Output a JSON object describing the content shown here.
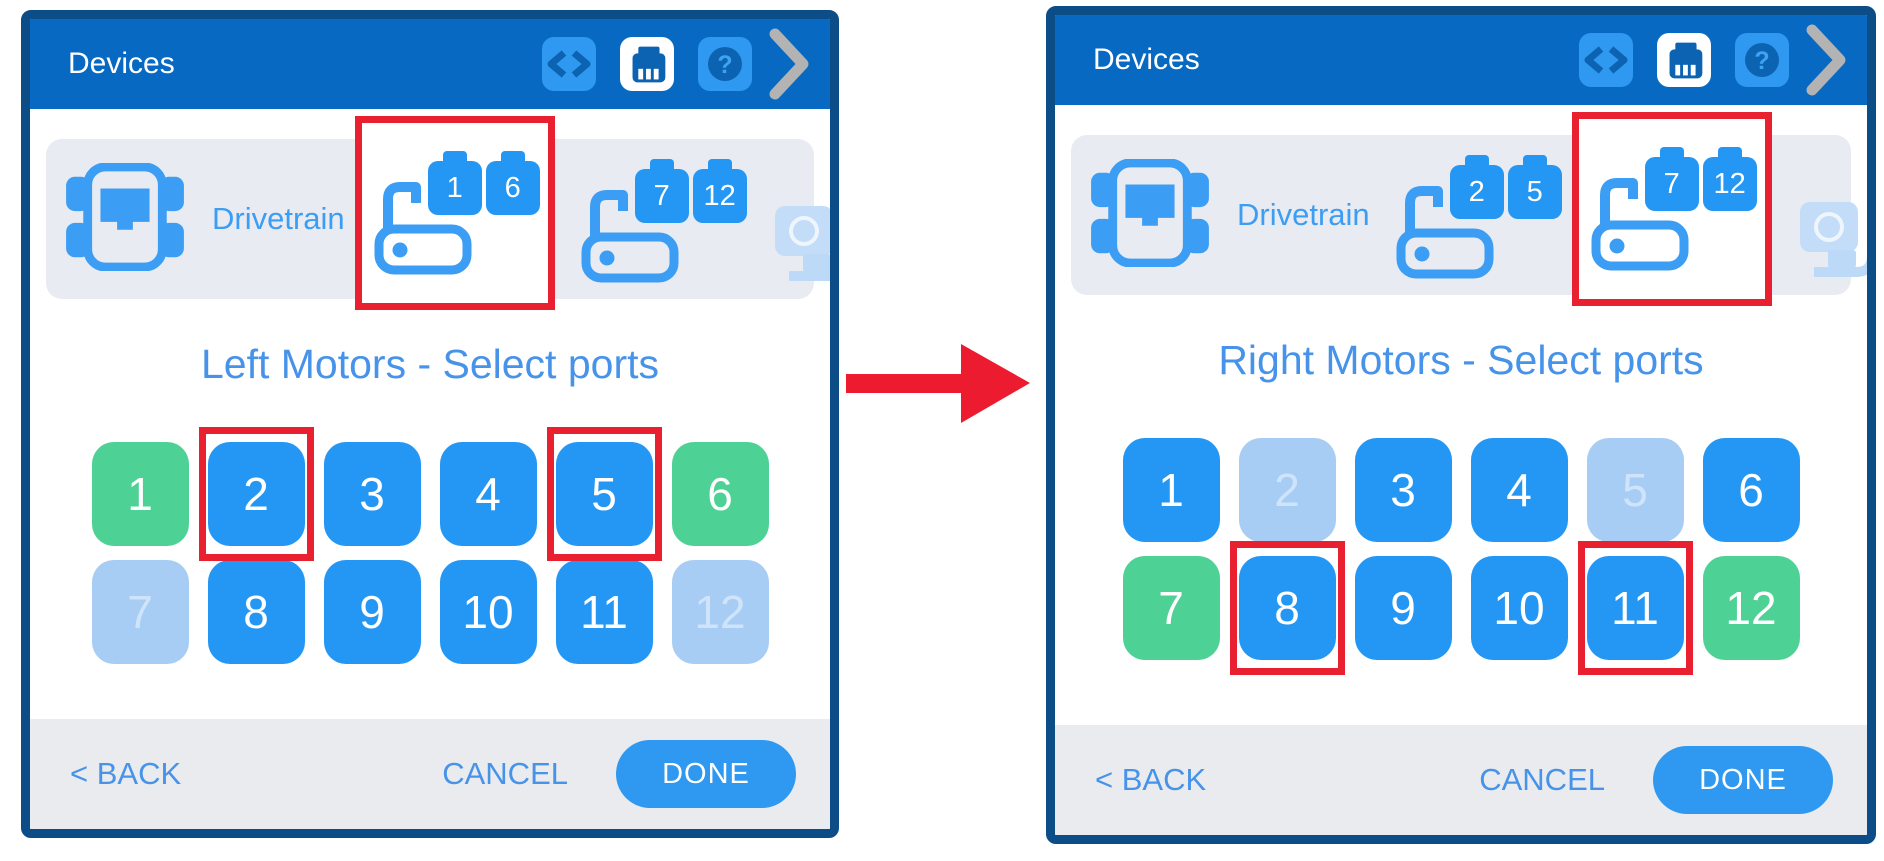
{
  "colors": {
    "header_blue": "#0769c2",
    "panel_border_navy": "#0d4d87",
    "accent_blue": "#3b9df3",
    "title_blue": "#4793ea",
    "port_open_blue": "#2496f3",
    "port_current_green": "#4ed195",
    "port_unavailable_light_blue": "#a8cdf4",
    "highlight_red": "#e8202f",
    "row_bg": "#e9ebf2",
    "footer_bg": "#e9ebee",
    "icon_bg_blue": "#2f99f1",
    "icon_glyph_dark_blue": "#0c63b2",
    "chevron_gray": "#b3b3b3"
  },
  "arrow": {
    "name": "transition-arrow",
    "direction": "right",
    "color": "#ed1b2f"
  },
  "panels": [
    {
      "header": {
        "title": "Devices",
        "icons": [
          "code-icon",
          "brain-port-icon",
          "help-icon",
          "next-chevron-icon"
        ]
      },
      "drivetrain": {
        "label": "Drivetrain",
        "icon": "drivetrain-robot-icon",
        "motors": [
          {
            "name": "left-motors",
            "ports": [
              "1",
              "6"
            ],
            "highlighted": true
          },
          {
            "name": "right-motors",
            "ports": [
              "7",
              "12"
            ],
            "highlighted": false
          }
        ],
        "gyro": {
          "icon": "gyro-add-icon",
          "add_label": "+"
        }
      },
      "select_title": "Left Motors - Select ports",
      "ports": [
        {
          "n": "1",
          "state": "current",
          "highlighted": false
        },
        {
          "n": "2",
          "state": "open",
          "highlighted": true
        },
        {
          "n": "3",
          "state": "open",
          "highlighted": false
        },
        {
          "n": "4",
          "state": "open",
          "highlighted": false
        },
        {
          "n": "5",
          "state": "open",
          "highlighted": true
        },
        {
          "n": "6",
          "state": "current",
          "highlighted": false
        },
        {
          "n": "7",
          "state": "unavailable",
          "highlighted": false
        },
        {
          "n": "8",
          "state": "open",
          "highlighted": false
        },
        {
          "n": "9",
          "state": "open",
          "highlighted": false
        },
        {
          "n": "10",
          "state": "open",
          "highlighted": false
        },
        {
          "n": "11",
          "state": "open",
          "highlighted": false
        },
        {
          "n": "12",
          "state": "unavailable",
          "highlighted": false
        }
      ],
      "footer": {
        "back_label": "< BACK",
        "cancel_label": "CANCEL",
        "done_label": "DONE"
      }
    },
    {
      "header": {
        "title": "Devices",
        "icons": [
          "code-icon",
          "brain-port-icon",
          "help-icon",
          "next-chevron-icon"
        ]
      },
      "drivetrain": {
        "label": "Drivetrain",
        "icon": "drivetrain-robot-icon",
        "motors": [
          {
            "name": "left-motors",
            "ports": [
              "2",
              "5"
            ],
            "highlighted": false
          },
          {
            "name": "right-motors",
            "ports": [
              "7",
              "12"
            ],
            "highlighted": true
          }
        ],
        "gyro": {
          "icon": "gyro-add-icon",
          "add_label": "+"
        }
      },
      "select_title": "Right Motors - Select ports",
      "ports": [
        {
          "n": "1",
          "state": "open",
          "highlighted": false
        },
        {
          "n": "2",
          "state": "unavailable",
          "highlighted": false
        },
        {
          "n": "3",
          "state": "open",
          "highlighted": false
        },
        {
          "n": "4",
          "state": "open",
          "highlighted": false
        },
        {
          "n": "5",
          "state": "unavailable",
          "highlighted": false
        },
        {
          "n": "6",
          "state": "open",
          "highlighted": false
        },
        {
          "n": "7",
          "state": "current",
          "highlighted": false
        },
        {
          "n": "8",
          "state": "open",
          "highlighted": true
        },
        {
          "n": "9",
          "state": "open",
          "highlighted": false
        },
        {
          "n": "10",
          "state": "open",
          "highlighted": false
        },
        {
          "n": "11",
          "state": "open",
          "highlighted": true
        },
        {
          "n": "12",
          "state": "current",
          "highlighted": false
        }
      ],
      "footer": {
        "back_label": "< BACK",
        "cancel_label": "CANCEL",
        "done_label": "DONE"
      }
    }
  ]
}
